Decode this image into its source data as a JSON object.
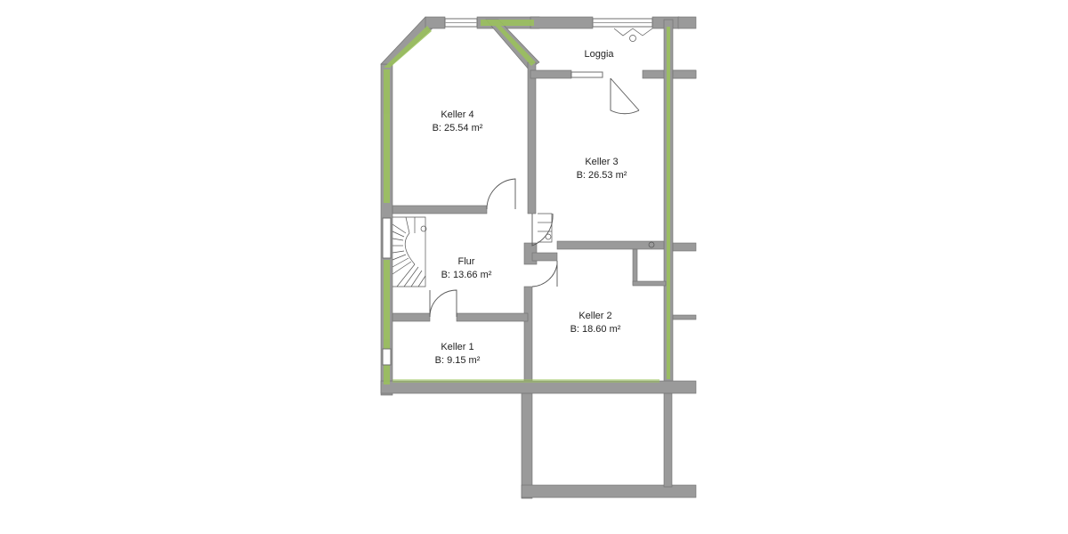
{
  "colors": {
    "wall_fill": "#9a9a9a",
    "wall_edge": "#6f6f6f",
    "exterior_highlight": "#9bc35a",
    "door_line": "#555555"
  },
  "rooms": {
    "loggia": {
      "name": "Loggia"
    },
    "keller_4": {
      "name": "Keller 4",
      "area": "B: 25.54 m²"
    },
    "keller_3": {
      "name": "Keller 3",
      "area": "B: 26.53 m²"
    },
    "flur": {
      "name": "Flur",
      "area": "B: 13.66 m²"
    },
    "keller_2": {
      "name": "Keller 2",
      "area": "B: 18.60 m²"
    },
    "keller_1": {
      "name": "Keller 1",
      "area": "B: 9.15 m²"
    }
  }
}
